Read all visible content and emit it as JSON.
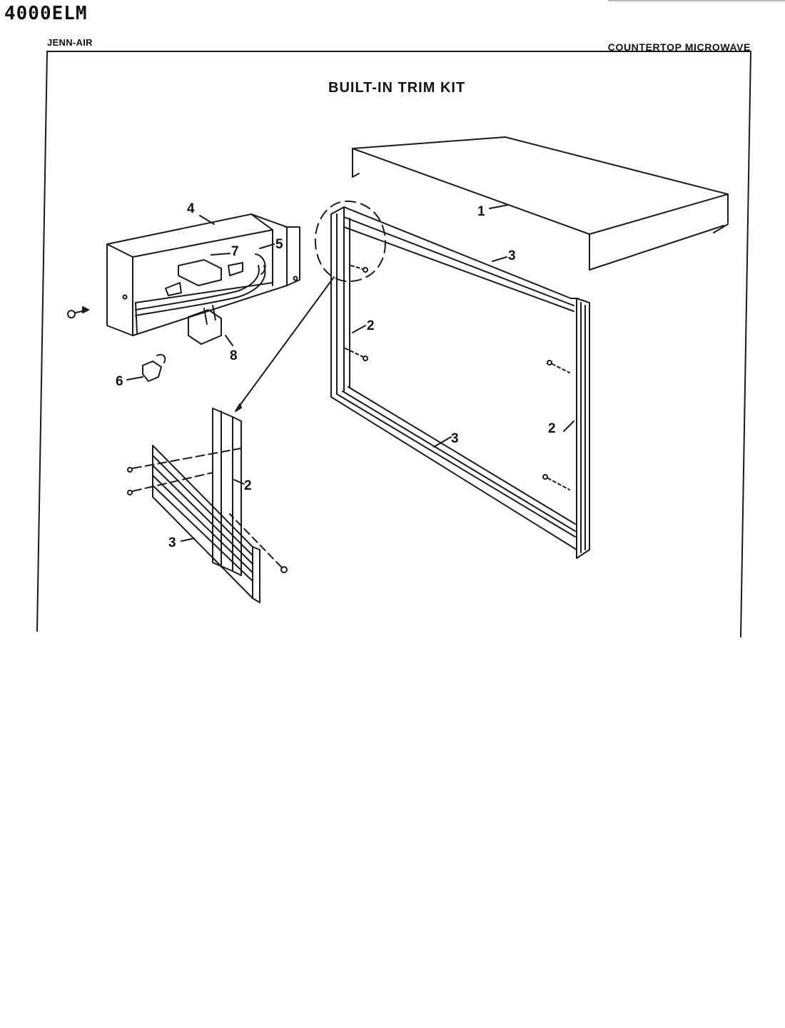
{
  "header": {
    "model_number": "4000ELM",
    "brand": "JENN-AIR",
    "product_type": "COUNTERTOP MICROWAVE"
  },
  "diagram": {
    "title": "BUILT-IN TRIM KIT",
    "callouts": {
      "top_shelf": "1",
      "frame_side_left": "2",
      "frame_side_right": "2",
      "detail_side": "2",
      "frame_top": "3",
      "frame_bottom": "3",
      "detail_trim": "3",
      "box": "4",
      "bracket": "5",
      "clip": "6",
      "switch": "7",
      "plug": "8"
    }
  }
}
